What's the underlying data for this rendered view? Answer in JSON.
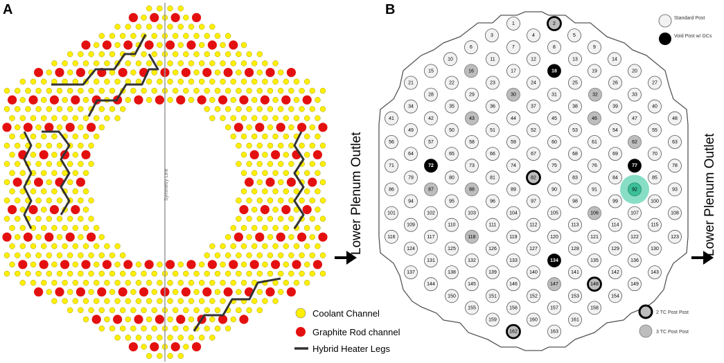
{
  "panel_a": {
    "letter": "A",
    "symmetry_label": "Symmetry Line",
    "outlet_label": "Lower Plenum Outlet",
    "legend": [
      {
        "label": "Coolant Channel",
        "color": "#ffef00"
      },
      {
        "label": "Graphite Rod channel",
        "color": "#e41010"
      },
      {
        "label": "Hybrid Heater Legs",
        "color": "#333333"
      }
    ]
  },
  "panel_b": {
    "letter": "B",
    "outlet_label": "Lower Plenum Outlet",
    "legend_top": [
      {
        "label": "Standard Post",
        "kind": "standard"
      },
      {
        "label": "Void Post w/ GCs",
        "kind": "void"
      }
    ],
    "legend_bottom": [
      {
        "label": "2 TC Post Post",
        "kind": "tc2"
      },
      {
        "label": "3 TC Post Post",
        "kind": "tc3"
      }
    ],
    "posts": {
      "void": [
        18,
        72,
        77,
        134
      ],
      "tc2": [
        2,
        82,
        148,
        162
      ],
      "tc3": [
        16,
        30,
        32,
        43,
        46,
        62,
        87,
        88,
        106,
        118,
        147
      ],
      "highlight": [
        92
      ]
    },
    "colors": {
      "standard": "#f2f2f2",
      "void": "#000000",
      "tc3": "#bdbdbd",
      "highlight": "#5fd3b0"
    }
  }
}
